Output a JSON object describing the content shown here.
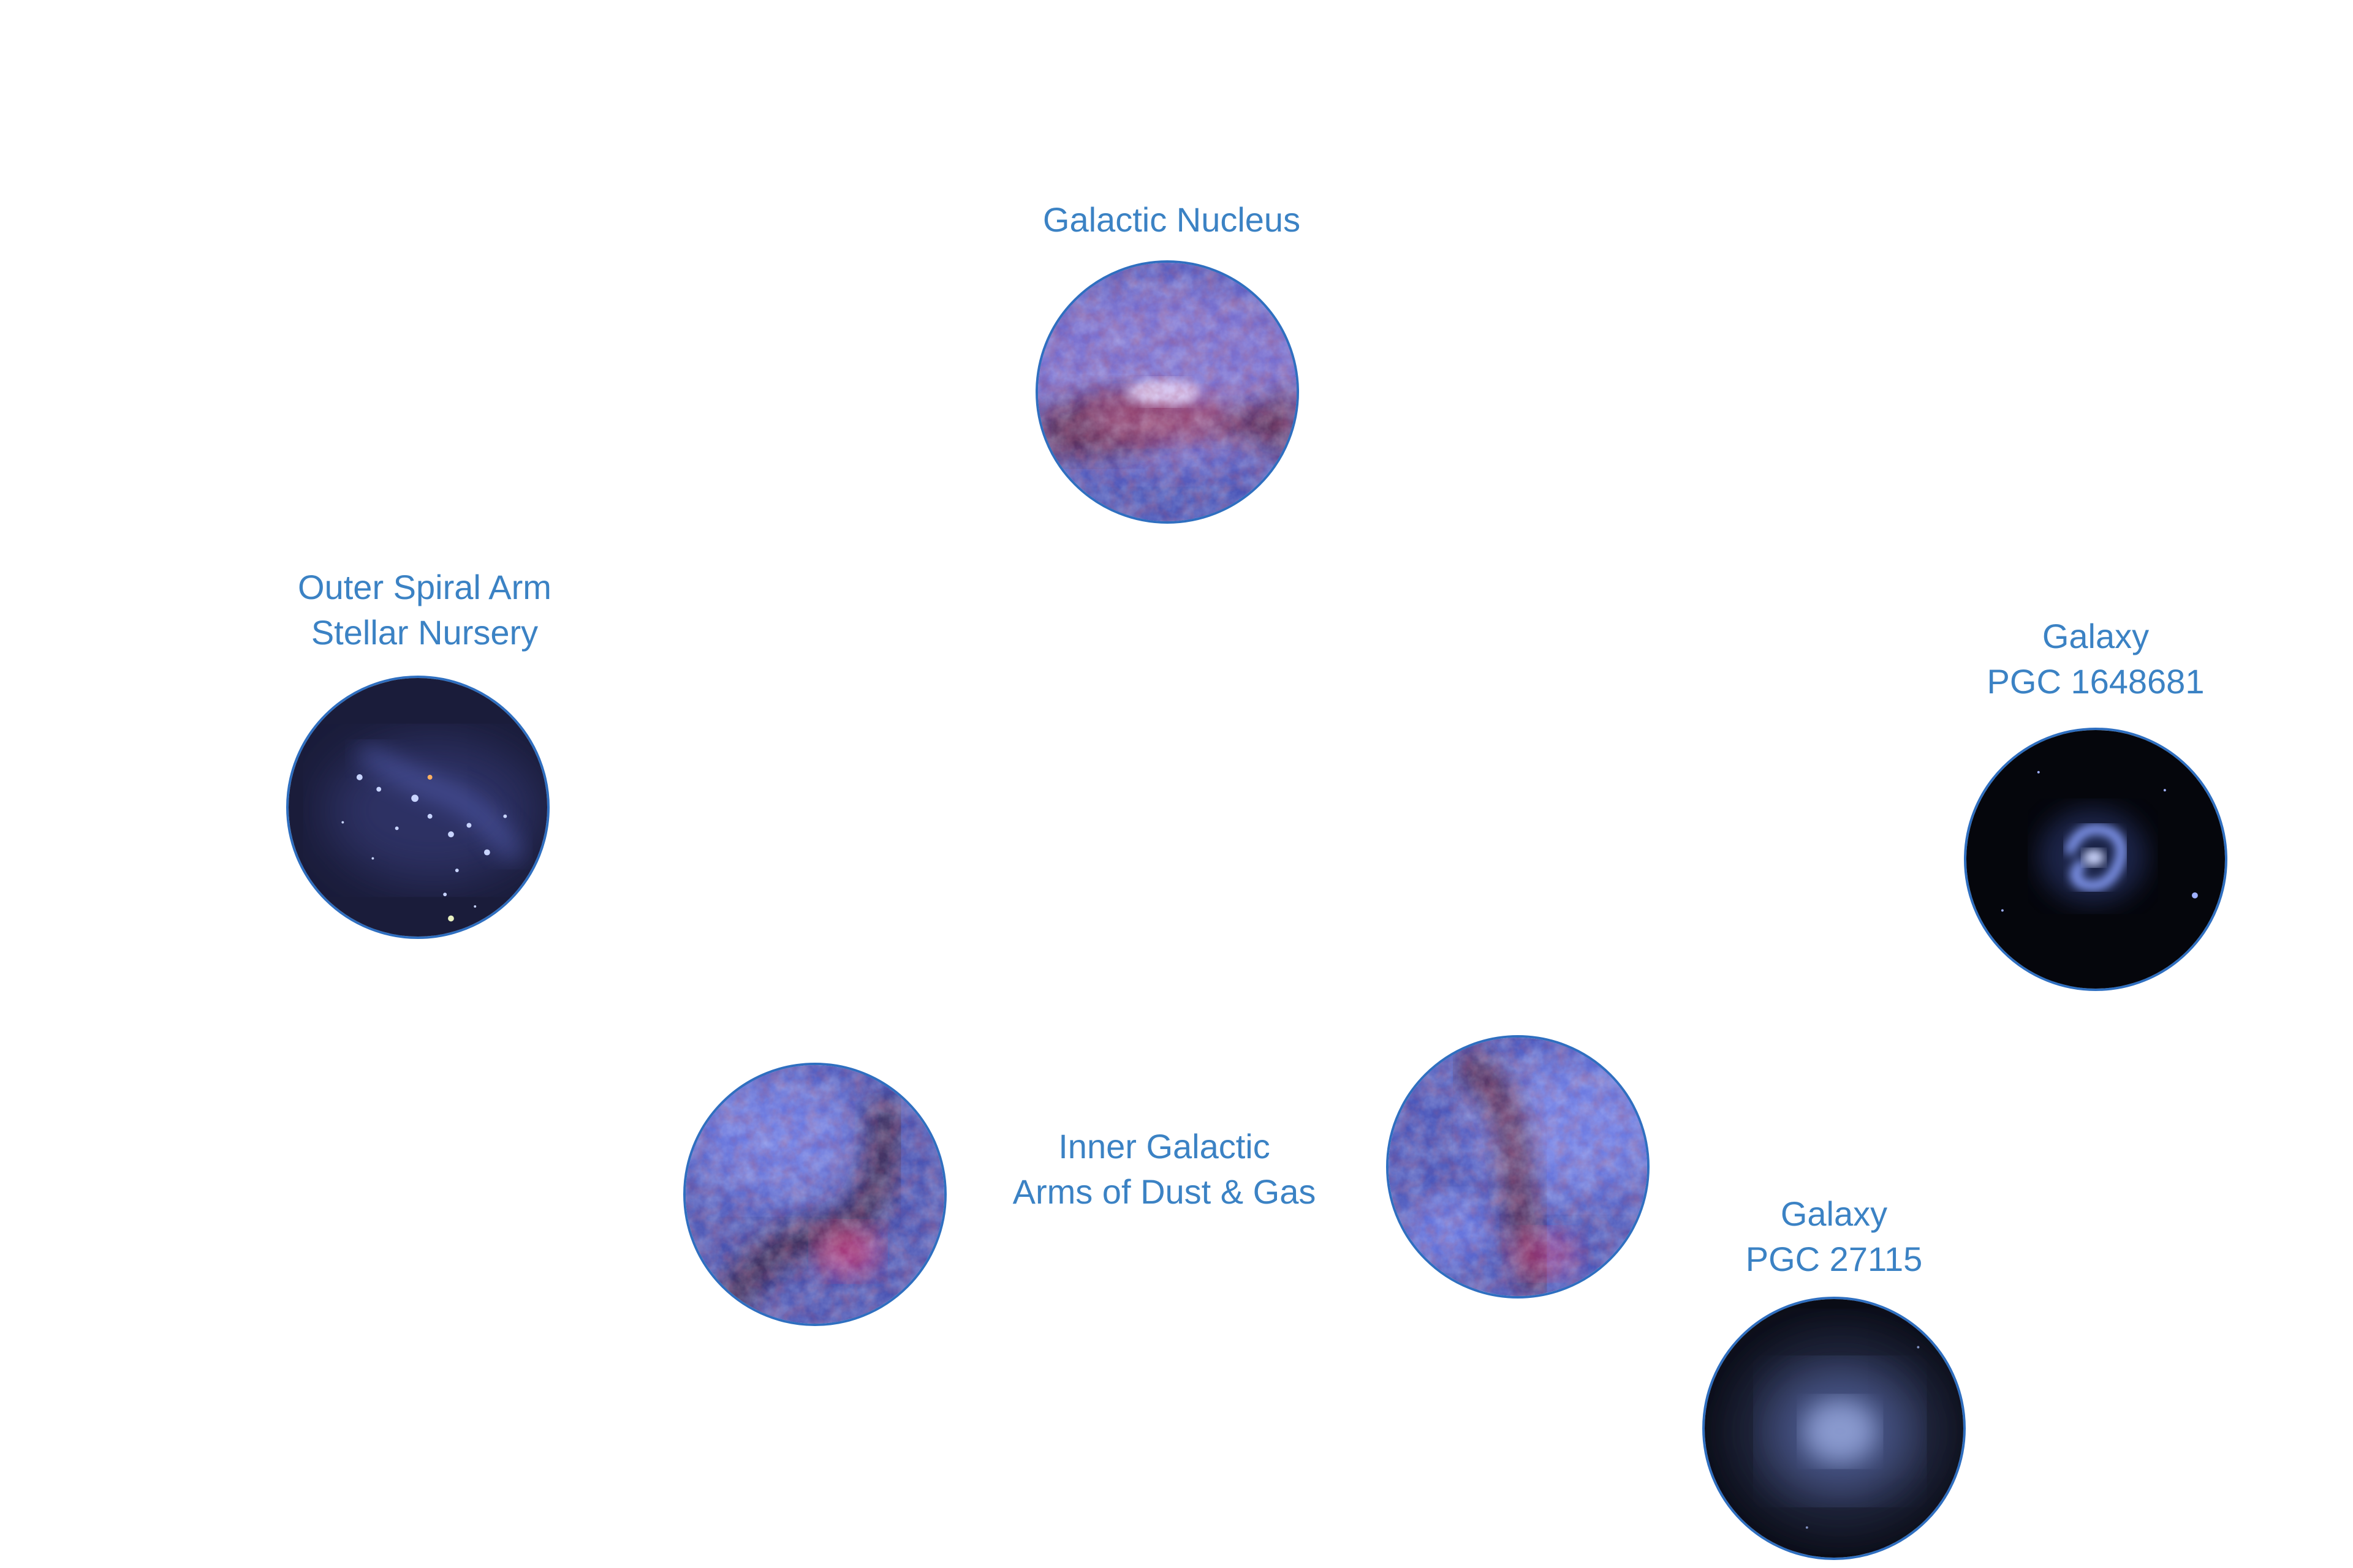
{
  "accent_color": "#3b82c4",
  "labels": {
    "nucleus": "Galactic Nucleus",
    "outer_arm": {
      "line1": "Outer Spiral Arm",
      "line2": "Stellar Nursery"
    },
    "pgc1648681": {
      "line1": "Galaxy",
      "line2": "PGC 1648681"
    },
    "inner_arms": {
      "line1": "Inner Galactic",
      "line2": "Arms of Dust & Gas"
    },
    "pgc27115": {
      "line1": "Galaxy",
      "line2": "PGC 27115"
    }
  },
  "insets": [
    {
      "name": "galactic-nucleus",
      "kind": "nebula"
    },
    {
      "name": "outer-spiral-arm",
      "kind": "starfield"
    },
    {
      "name": "galaxy-pgc-1648681",
      "kind": "spiral-galaxy"
    },
    {
      "name": "inner-arm-left",
      "kind": "nebula"
    },
    {
      "name": "inner-arm-right",
      "kind": "nebula"
    },
    {
      "name": "galaxy-pgc-27115",
      "kind": "elliptical-galaxy"
    }
  ]
}
